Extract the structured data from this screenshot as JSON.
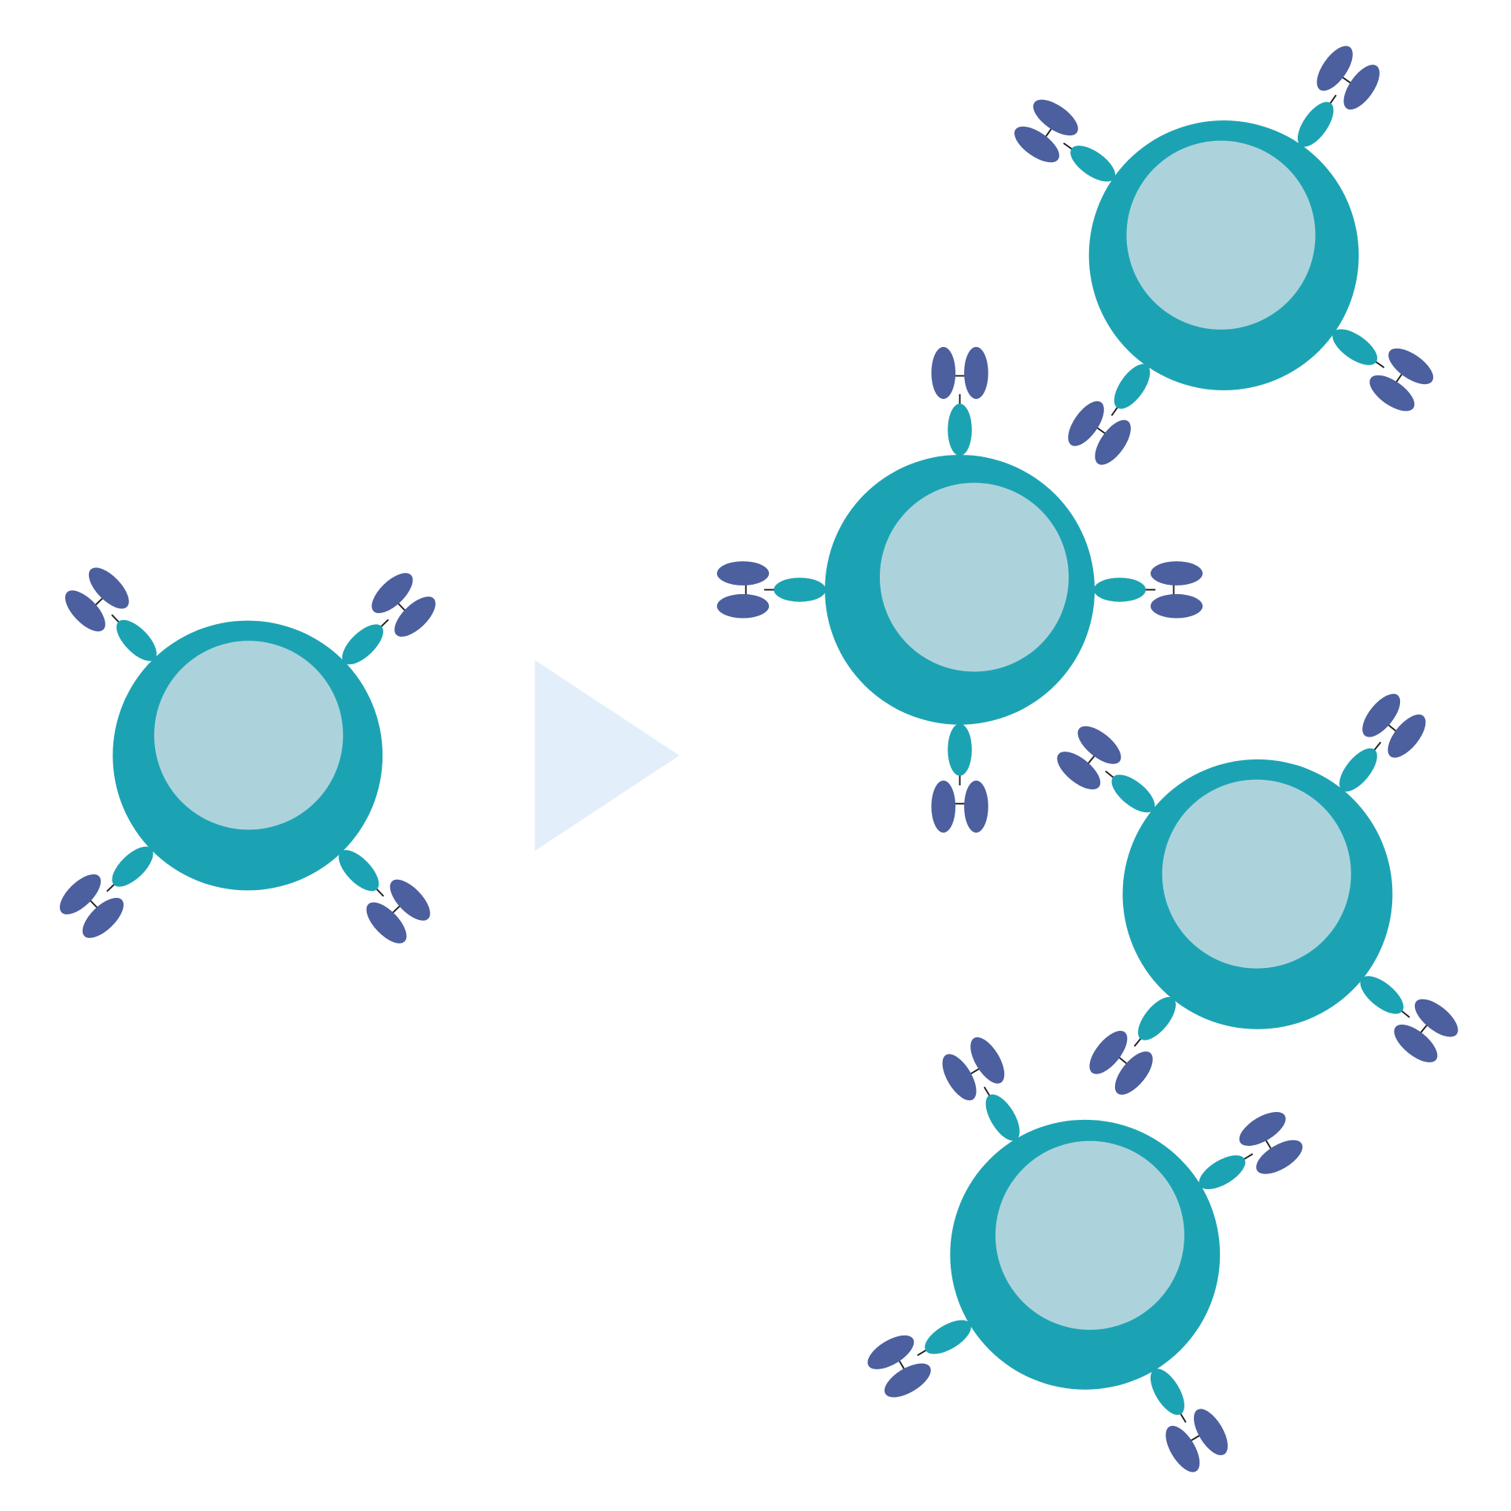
{
  "diagram": {
    "description_type": "cell-division-with-surface-receptors",
    "colors": {
      "background": "#ffffff",
      "cell_membrane": "#1ca3b3",
      "cell_nucleus": "#acd3dc",
      "receptor_stalk": "#1ca3b3",
      "receptor_head": "#4c5f9e",
      "connector": "#222222",
      "arrow": "#e2eef9"
    },
    "icons": {
      "arrow": "triangle-arrow-right",
      "cell": "cell-with-nucleus",
      "receptor": "y-shaped-receptor"
    },
    "source_cell_count": 1,
    "result_cell_count": 4,
    "receptors_per_cell": 4
  }
}
